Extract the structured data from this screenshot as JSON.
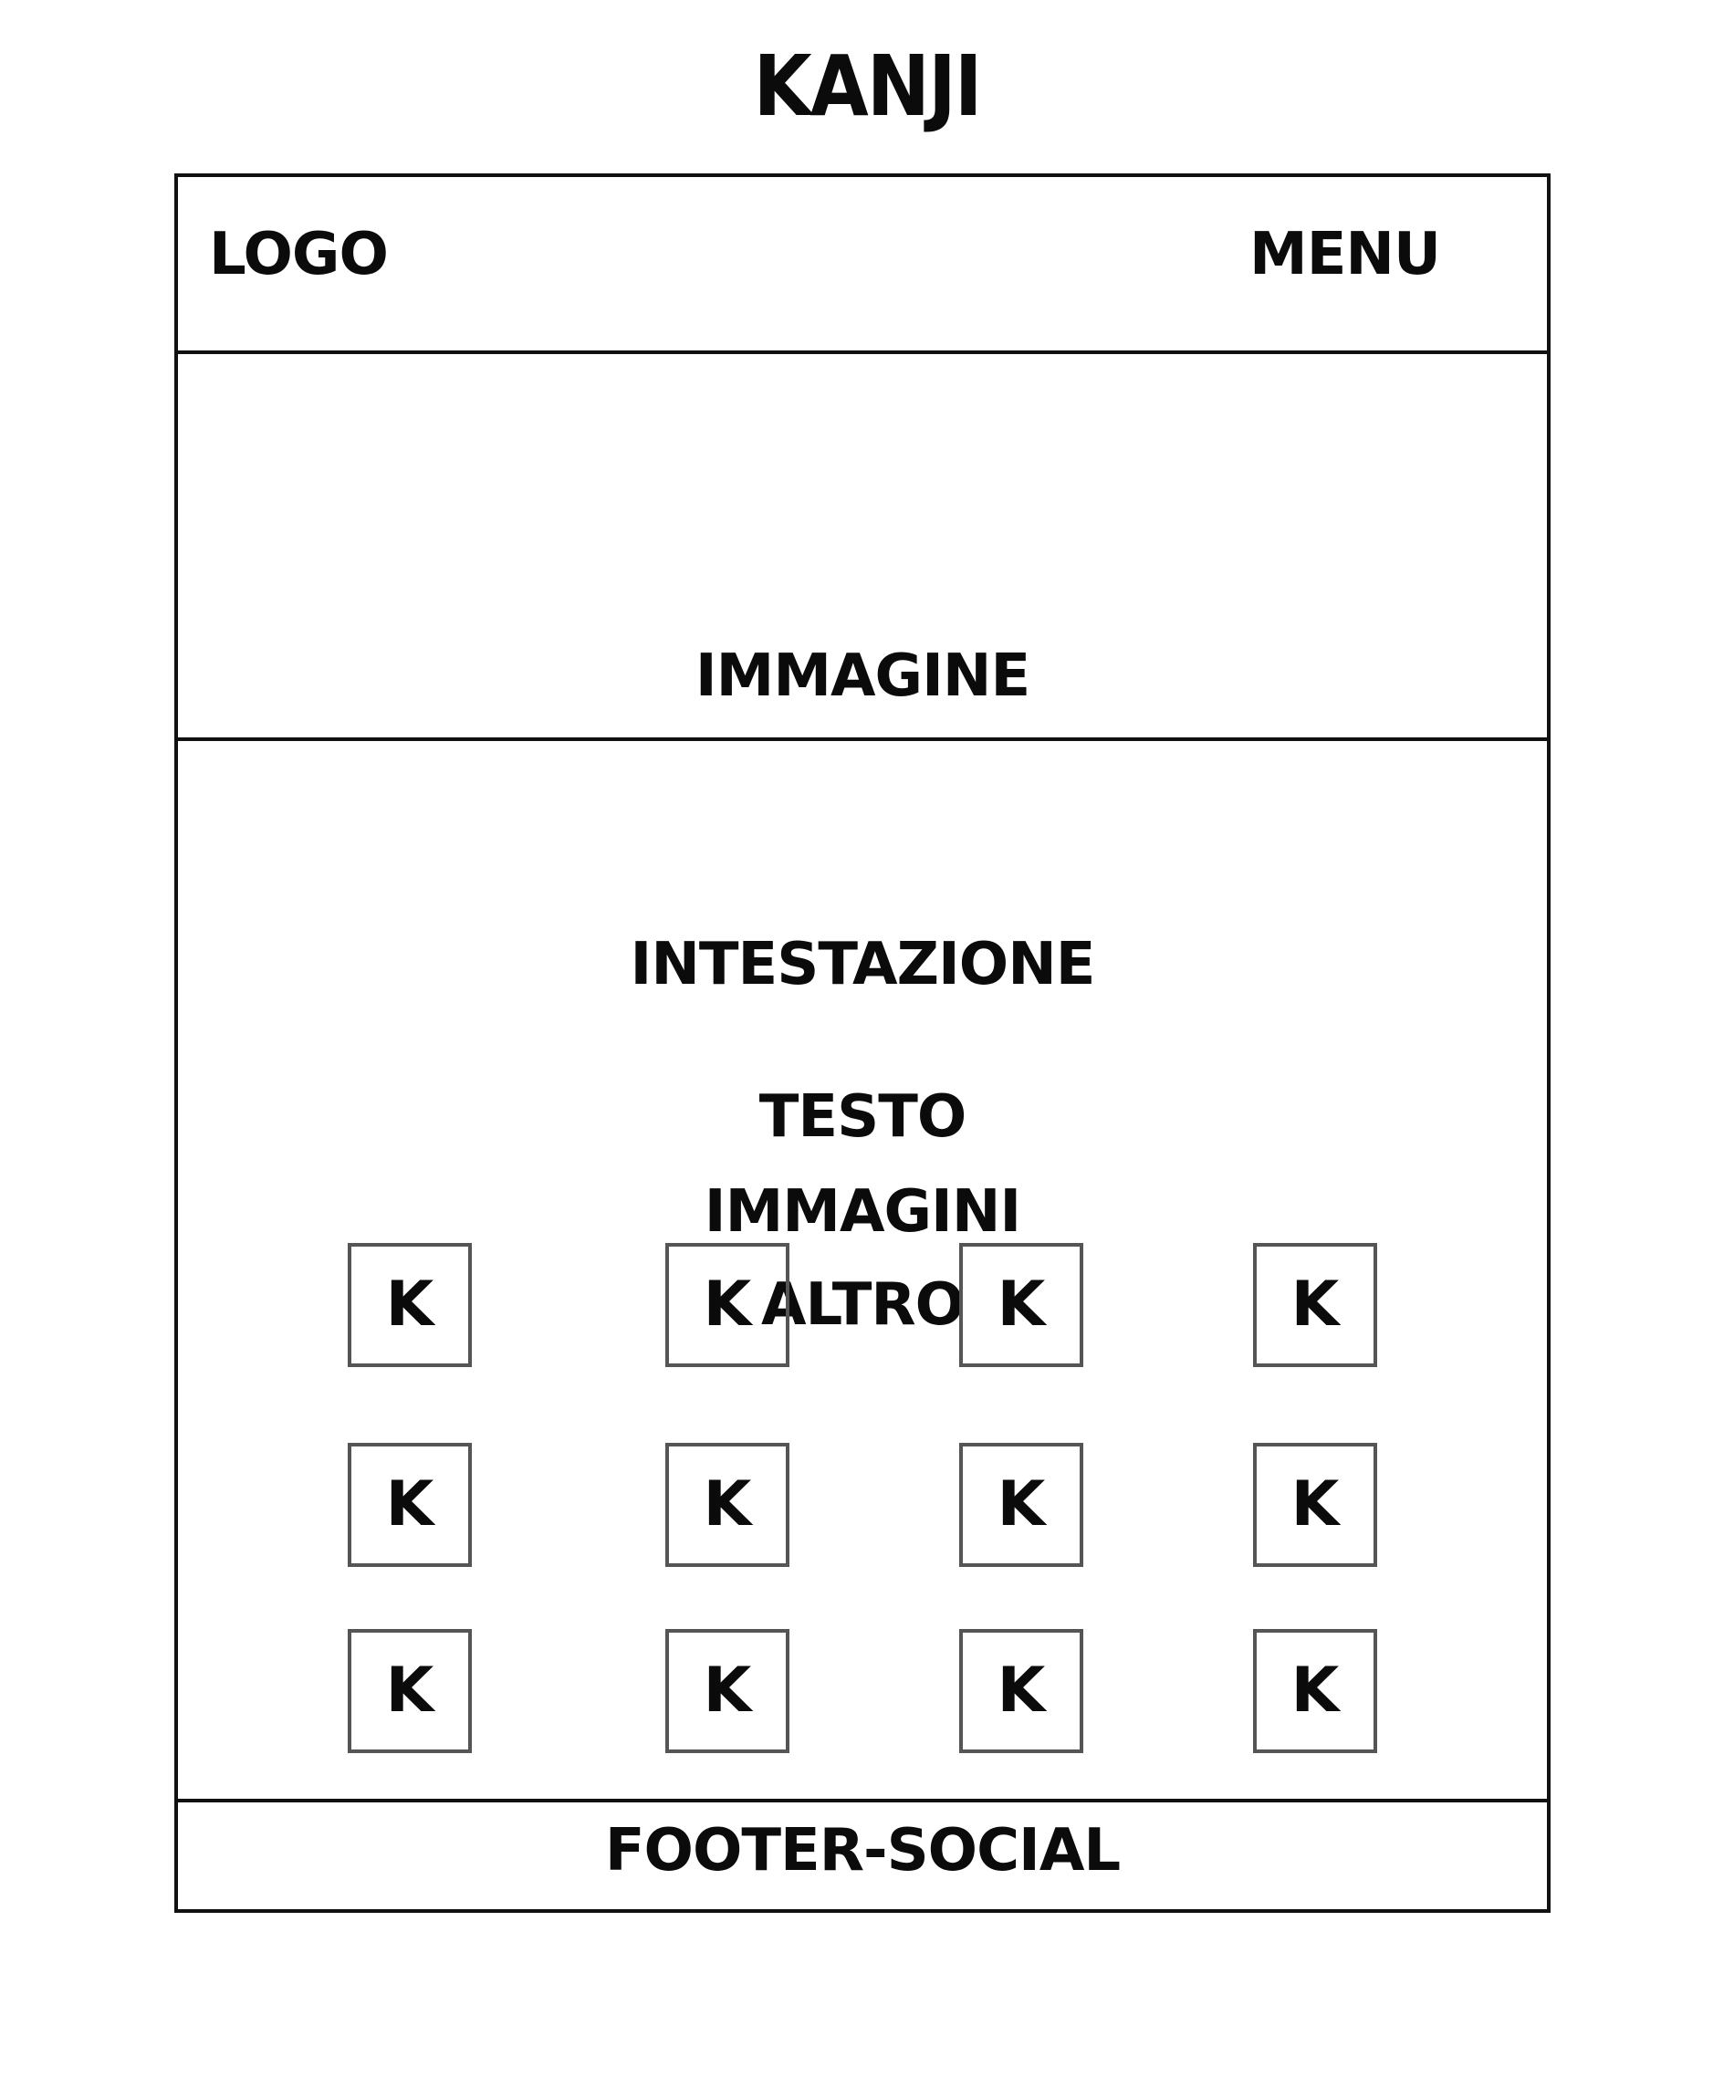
{
  "title": "KANJI",
  "header": {
    "logo": "LOGO",
    "menu": "MENU"
  },
  "hero": {
    "label": "IMMAGINE"
  },
  "content": {
    "heading": "INTESTAZIONE",
    "lines": [
      "TESTO",
      "IMMAGINI",
      "ALTRO"
    ],
    "grid": [
      [
        "K",
        "K",
        "K",
        "K"
      ],
      [
        "K",
        "K",
        "K",
        "K"
      ],
      [
        "K",
        "K",
        "K",
        "K"
      ]
    ]
  },
  "footer": {
    "label": "FOOTER-SOCIAL"
  }
}
